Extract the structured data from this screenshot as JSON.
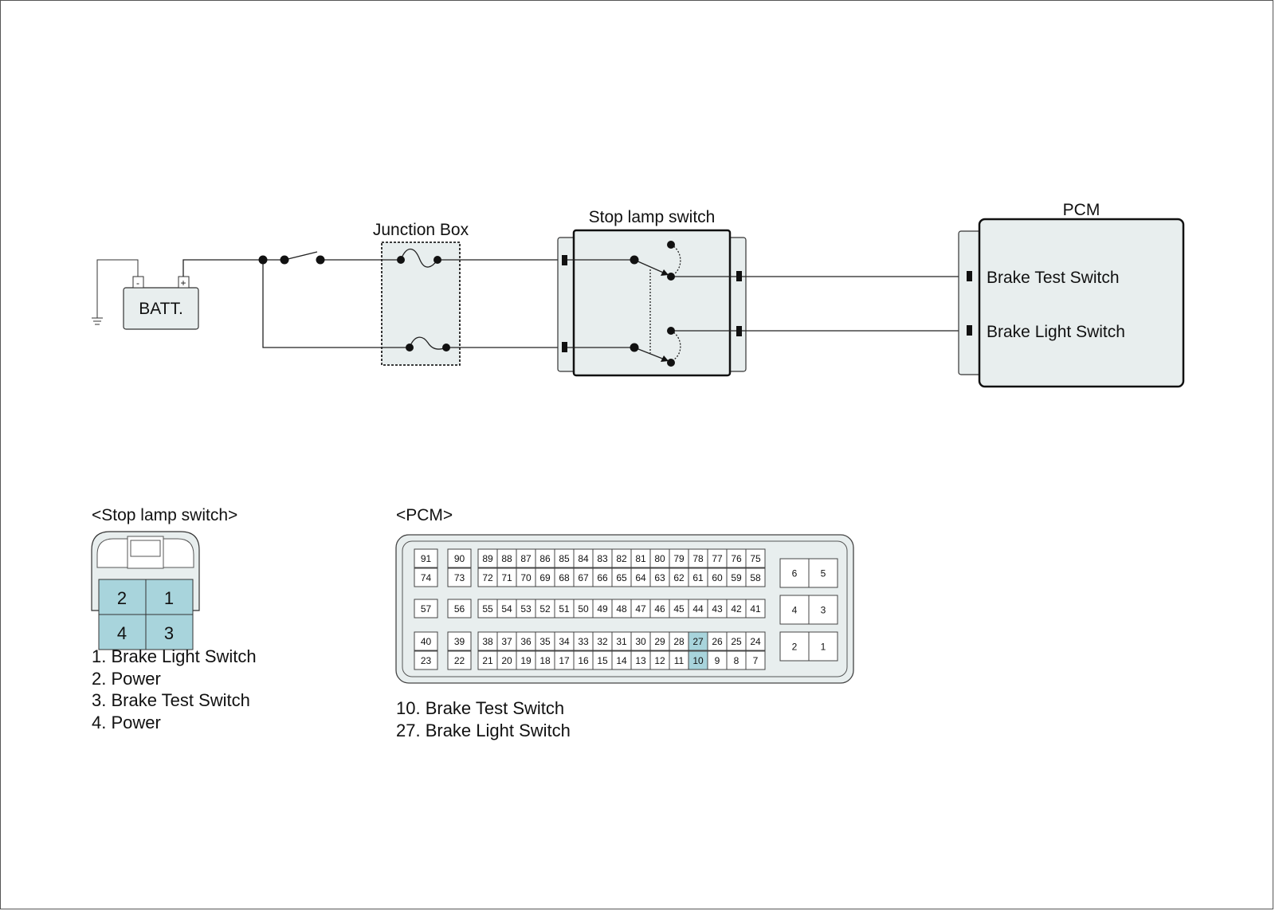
{
  "schematic": {
    "battery_label": "BATT.",
    "battery_neg": "-",
    "battery_pos": "+",
    "junction_box_title": "Junction Box",
    "stop_lamp_switch_title": "Stop lamp switch",
    "pcm_title": "PCM",
    "pcm_inputs": [
      "Brake Test Switch",
      "Brake Light Switch"
    ]
  },
  "stop_lamp_connector": {
    "title": "<Stop lamp switch>",
    "pins": [
      "2",
      "1",
      "4",
      "3"
    ],
    "pin_fill": "#a8d4dc",
    "legend": [
      "1. Brake Light Switch",
      "2. Power",
      "3. Brake Test Switch",
      "4. Power"
    ]
  },
  "pcm_connector": {
    "title": "<PCM>",
    "highlight_color": "#a8d4dc",
    "highlighted_pins": [
      "27",
      "10"
    ],
    "left_pins": {
      "row1": [
        "91",
        "90"
      ],
      "row2": [
        "74",
        "73"
      ],
      "row3": [
        "57",
        "56"
      ],
      "row4": [
        "40",
        "39"
      ],
      "row5": [
        "23",
        "22"
      ]
    },
    "main_rows": {
      "row1": [
        "89",
        "88",
        "87",
        "86",
        "85",
        "84",
        "83",
        "82",
        "81",
        "80",
        "79",
        "78",
        "77",
        "76",
        "75"
      ],
      "row2": [
        "72",
        "71",
        "70",
        "69",
        "68",
        "67",
        "66",
        "65",
        "64",
        "63",
        "62",
        "61",
        "60",
        "59",
        "58"
      ],
      "row3": [
        "55",
        "54",
        "53",
        "52",
        "51",
        "50",
        "49",
        "48",
        "47",
        "46",
        "45",
        "44",
        "43",
        "42",
        "41"
      ],
      "row4": [
        "38",
        "37",
        "36",
        "35",
        "34",
        "33",
        "32",
        "31",
        "30",
        "29",
        "28",
        "27",
        "26",
        "25",
        "24"
      ],
      "row5": [
        "21",
        "20",
        "19",
        "18",
        "17",
        "16",
        "15",
        "14",
        "13",
        "12",
        "11",
        "10",
        "9",
        "8",
        "7"
      ]
    },
    "right_pins": [
      [
        "6",
        "5"
      ],
      [
        "4",
        "3"
      ],
      [
        "2",
        "1"
      ]
    ],
    "legend": [
      "10. Brake Test Switch",
      "27. Brake Light Switch"
    ]
  },
  "colors": {
    "box_fill": "#e8eeee",
    "line": "#111111"
  }
}
